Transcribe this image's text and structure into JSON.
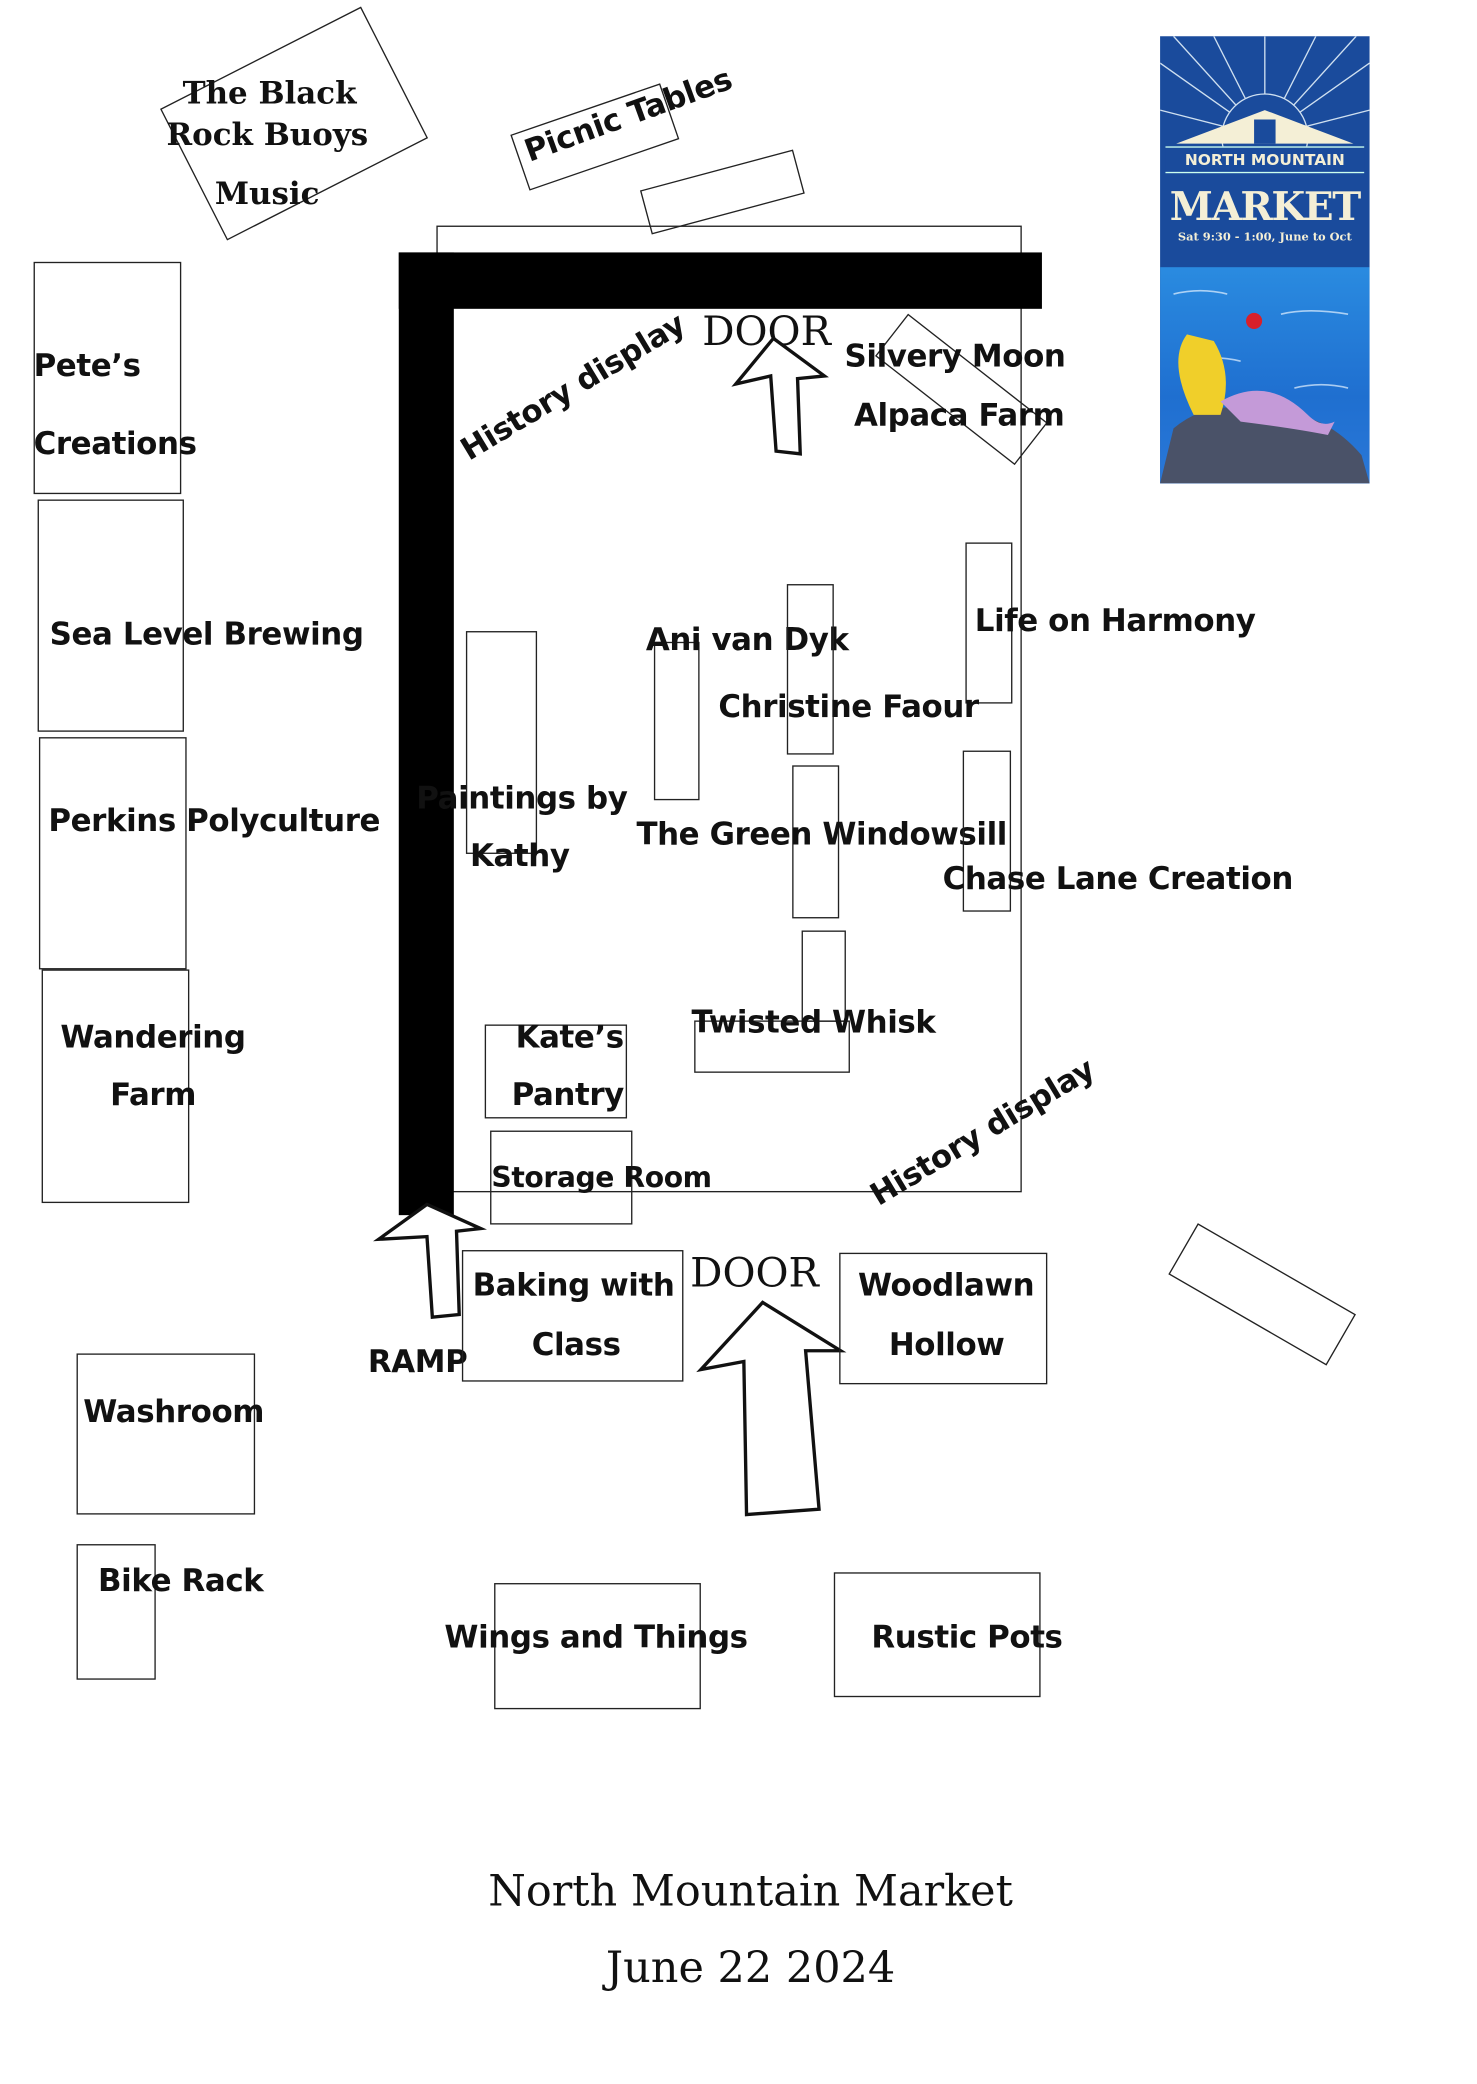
{
  "vendors": {
    "black_rock": [
      "The Black",
      "Rock Buoys",
      "Music"
    ],
    "picnic": "Picnic Tables",
    "petes": [
      "Pete’s",
      "Creations"
    ],
    "sea_level": "Sea Level Brewing",
    "perkins": "Perkins Polyculture",
    "wandering": [
      "Wandering",
      "Farm"
    ],
    "history_top": "History display",
    "door_top": "DOOR",
    "silvery": [
      "Silvery Moon",
      "Alpaca Farm"
    ],
    "life": "Life on Harmony",
    "ani": "Ani van Dyk",
    "christine": "Christine Faour",
    "paintings": [
      "Paintings by",
      "Kathy"
    ],
    "green": "The Green Windowsill",
    "chase": "Chase Lane Creation",
    "twisted": "Twisted Whisk",
    "kates": [
      "Kate’s",
      "Pantry"
    ],
    "storage": "Storage Room",
    "history_bottom": "History display",
    "ramp": "RAMP",
    "baking": [
      "Baking with",
      "Class"
    ],
    "door_bottom": "DOOR",
    "woodlawn": [
      "Woodlawn",
      "Hollow"
    ],
    "washroom": "Washroom",
    "bike": "Bike Rack",
    "wings": "Wings and Things",
    "rustic": "Rustic Pots"
  },
  "logo": {
    "line1": "NORTH MOUNTAIN",
    "line2": "MARKET",
    "line3": "Sat 9:30 - 1:00, June to Oct",
    "colors": {
      "navy": "#1a4b9c",
      "sea": "#2a8be0",
      "cream": "#f4efd6"
    }
  },
  "footer": {
    "title": "North Mountain Market",
    "date": "June 22 2024"
  }
}
